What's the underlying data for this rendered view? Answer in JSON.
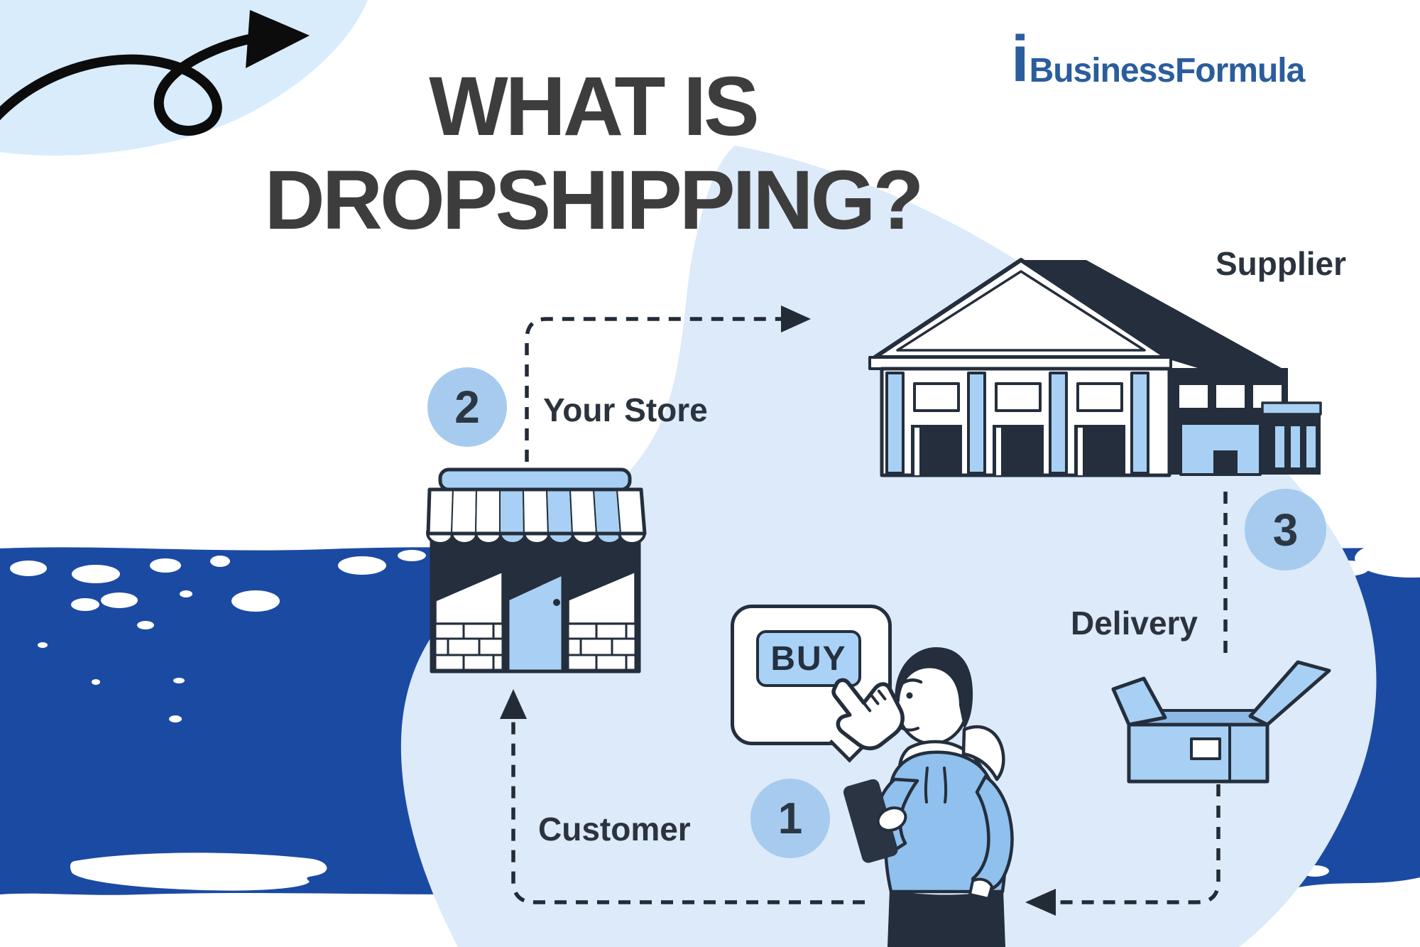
{
  "header": {
    "title_line1": "WHAT IS",
    "title_line2": "DROPSHIPPING?",
    "logo_initial": "i",
    "logo_text": "BusinessFormula"
  },
  "diagram": {
    "supplier_label": "Supplier",
    "store": {
      "badge": "2",
      "label": "Your Store"
    },
    "customer": {
      "badge": "1",
      "label": "Customer"
    },
    "delivery": {
      "badge": "3",
      "label": "Delivery"
    },
    "buy_label": "BUY"
  },
  "colors": {
    "ocean_blue": "#1b4aa2",
    "pale_blue_blob": "#dceafa",
    "pale_blue_blob_corner": "#d8ecfc",
    "light_blue_fill": "#a8d0f4",
    "badge_blue": "#a6cbee",
    "hoodie_blue": "#8fc0ee",
    "outline_dark": "#242e3c",
    "title_gray": "#3d3d3d",
    "logo_blue": "#2b5d9c"
  }
}
